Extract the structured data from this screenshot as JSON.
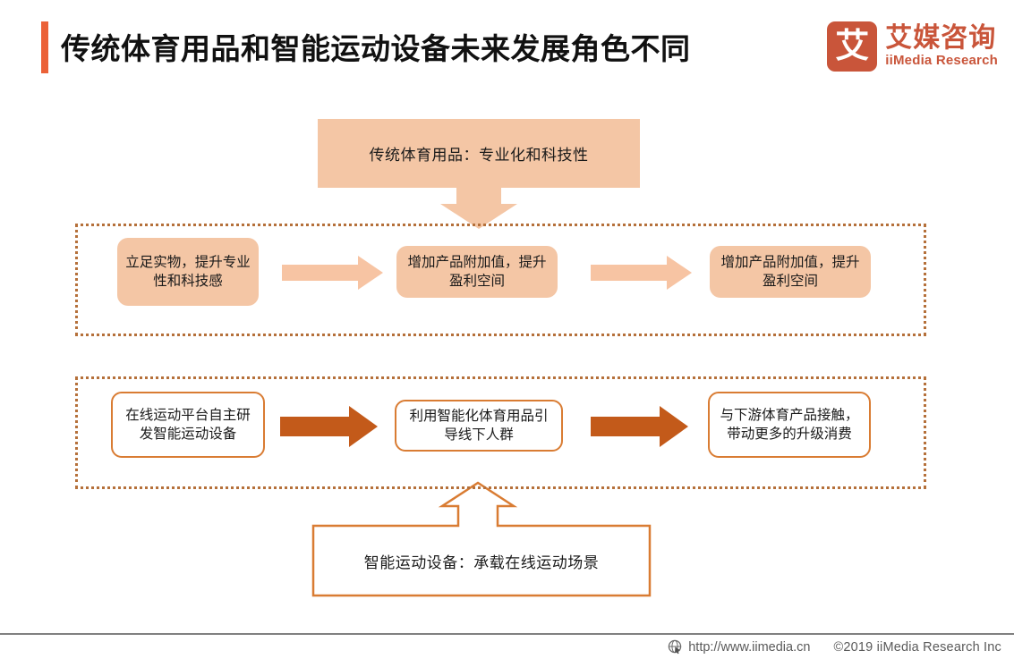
{
  "header": {
    "title": "传统体育用品和智能运动设备未来发展角色不同",
    "accent_color": "#EB6137",
    "logo": {
      "mark": "艾",
      "name_cn": "艾媒咨询",
      "name_en": "iiMedia Research",
      "color": "#C9553A"
    }
  },
  "diagram": {
    "top_banner": "传统体育用品：专业化和科技性",
    "bottom_banner": "智能运动设备：承载在线运动场景",
    "colors": {
      "fill_light": "#F4C6A5",
      "arrow_light": "#F7C4A3",
      "arrow_dark": "#C35A1A",
      "outline": "#D97C33",
      "dotted_border": "#B5703A"
    },
    "groups": [
      {
        "id": "traditional",
        "boxes": [
          "立足实物，提升专业性和科技感",
          "增加产品附加值，提升盈利空间",
          "增加产品附加值，提升盈利空间"
        ]
      },
      {
        "id": "smart",
        "boxes": [
          "在线运动平台自主研发智能运动设备",
          "利用智能化体育用品引导线下人群",
          "与下游体育产品接触，带动更多的升级消费"
        ]
      }
    ]
  },
  "footer": {
    "site": "http://www.iimedia.cn",
    "copyright": "©2019  iiMedia Research Inc"
  }
}
